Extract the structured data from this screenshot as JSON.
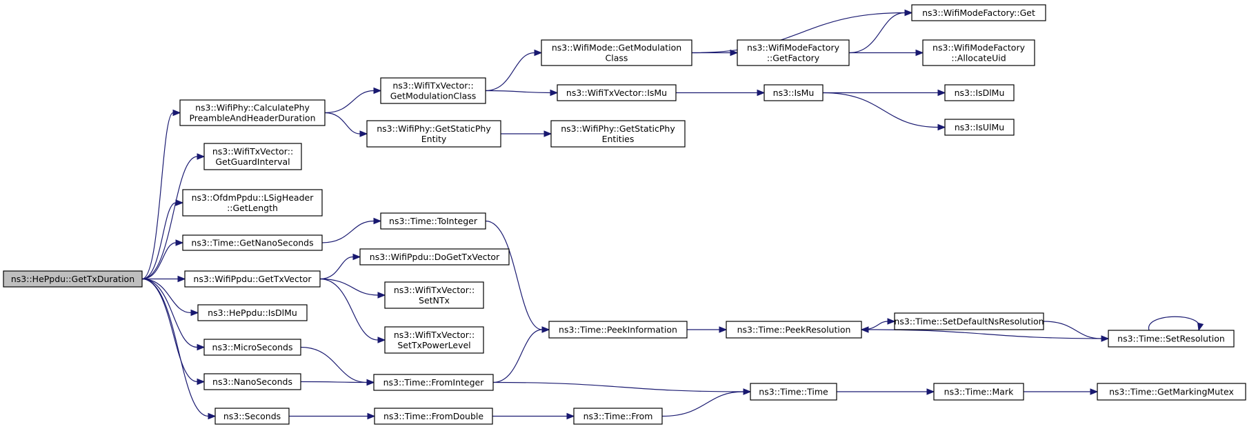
{
  "graph": {
    "nodes": [
      {
        "id": "n0",
        "lines": [
          "ns3::HePpdu::GetTxDuration"
        ],
        "root": true
      },
      {
        "id": "n1",
        "lines": [
          "ns3::WifiPhy::CalculatePhy",
          "PreambleAndHeaderDuration"
        ]
      },
      {
        "id": "n2",
        "lines": [
          "ns3::WifiTxVector::",
          "GetGuardInterval"
        ]
      },
      {
        "id": "n3",
        "lines": [
          "ns3::OfdmPpdu::LSigHeader",
          "::GetLength"
        ]
      },
      {
        "id": "n4",
        "lines": [
          "ns3::Time::GetNanoSeconds"
        ]
      },
      {
        "id": "n5",
        "lines": [
          "ns3::WifiPpdu::GetTxVector"
        ]
      },
      {
        "id": "n6",
        "lines": [
          "ns3::HePpdu::IsDlMu"
        ]
      },
      {
        "id": "n7",
        "lines": [
          "ns3::MicroSeconds"
        ]
      },
      {
        "id": "n8",
        "lines": [
          "ns3::NanoSeconds"
        ]
      },
      {
        "id": "n9",
        "lines": [
          "ns3::Seconds"
        ]
      },
      {
        "id": "n10",
        "lines": [
          "ns3::WifiTxVector::",
          "GetModulationClass"
        ]
      },
      {
        "id": "n11",
        "lines": [
          "ns3::WifiPhy::GetStaticPhy",
          "Entity"
        ]
      },
      {
        "id": "n12",
        "lines": [
          "ns3::Time::ToInteger"
        ]
      },
      {
        "id": "n13",
        "lines": [
          "ns3::WifiPpdu::DoGetTxVector"
        ]
      },
      {
        "id": "n14",
        "lines": [
          "ns3::WifiTxVector::",
          "SetNTx"
        ]
      },
      {
        "id": "n15",
        "lines": [
          "ns3::WifiTxVector::",
          "SetTxPowerLevel"
        ]
      },
      {
        "id": "n16",
        "lines": [
          "ns3::Time::FromInteger"
        ]
      },
      {
        "id": "n17",
        "lines": [
          "ns3::Time::FromDouble"
        ]
      },
      {
        "id": "n18",
        "lines": [
          "ns3::WifiMode::GetModulation",
          "Class"
        ]
      },
      {
        "id": "n19",
        "lines": [
          "ns3::WifiTxVector::IsMu"
        ]
      },
      {
        "id": "n20",
        "lines": [
          "ns3::WifiPhy::GetStaticPhy",
          "Entities"
        ]
      },
      {
        "id": "n21",
        "lines": [
          "ns3::Time::PeekInformation"
        ]
      },
      {
        "id": "n22",
        "lines": [
          "ns3::Time::From"
        ]
      },
      {
        "id": "n23",
        "lines": [
          "ns3::WifiModeFactory",
          "::GetFactory"
        ]
      },
      {
        "id": "n24",
        "lines": [
          "ns3::IsMu"
        ]
      },
      {
        "id": "n25",
        "lines": [
          "ns3::Time::PeekResolution"
        ]
      },
      {
        "id": "n26",
        "lines": [
          "ns3::Time::Time"
        ]
      },
      {
        "id": "n27",
        "lines": [
          "ns3::WifiModeFactory::Get"
        ]
      },
      {
        "id": "n28",
        "lines": [
          "ns3::WifiModeFactory",
          "::AllocateUid"
        ]
      },
      {
        "id": "n29",
        "lines": [
          "ns3::IsDlMu"
        ]
      },
      {
        "id": "n30",
        "lines": [
          "ns3::IsUlMu"
        ]
      },
      {
        "id": "n31",
        "lines": [
          "ns3::Time::SetDefaultNsResolution"
        ]
      },
      {
        "id": "n32",
        "lines": [
          "ns3::Time::Mark"
        ]
      },
      {
        "id": "n33",
        "lines": [
          "ns3::Time::SetResolution"
        ]
      },
      {
        "id": "n34",
        "lines": [
          "ns3::Time::GetMarkingMutex"
        ]
      }
    ],
    "edges": [
      [
        "n0",
        "n1"
      ],
      [
        "n0",
        "n2"
      ],
      [
        "n0",
        "n3"
      ],
      [
        "n0",
        "n4"
      ],
      [
        "n0",
        "n5"
      ],
      [
        "n0",
        "n6"
      ],
      [
        "n0",
        "n7"
      ],
      [
        "n0",
        "n8"
      ],
      [
        "n0",
        "n9"
      ],
      [
        "n1",
        "n10"
      ],
      [
        "n1",
        "n11"
      ],
      [
        "n4",
        "n12"
      ],
      [
        "n5",
        "n13"
      ],
      [
        "n5",
        "n14"
      ],
      [
        "n5",
        "n15"
      ],
      [
        "n7",
        "n16"
      ],
      [
        "n8",
        "n16"
      ],
      [
        "n9",
        "n17"
      ],
      [
        "n10",
        "n18"
      ],
      [
        "n10",
        "n19"
      ],
      [
        "n11",
        "n20"
      ],
      [
        "n12",
        "n21"
      ],
      [
        "n16",
        "n21"
      ],
      [
        "n16",
        "n26"
      ],
      [
        "n17",
        "n22"
      ],
      [
        "n18",
        "n23"
      ],
      [
        "n18",
        "n27"
      ],
      [
        "n19",
        "n24"
      ],
      [
        "n21",
        "n25"
      ],
      [
        "n22",
        "n26"
      ],
      [
        "n23",
        "n27"
      ],
      [
        "n23",
        "n28"
      ],
      [
        "n24",
        "n29"
      ],
      [
        "n24",
        "n30"
      ],
      [
        "n25",
        "n31"
      ],
      [
        "n26",
        "n32"
      ],
      [
        "n31",
        "n33"
      ],
      [
        "n32",
        "n34"
      ],
      [
        "n33",
        "n25"
      ],
      [
        "n33",
        "n33"
      ]
    ]
  }
}
